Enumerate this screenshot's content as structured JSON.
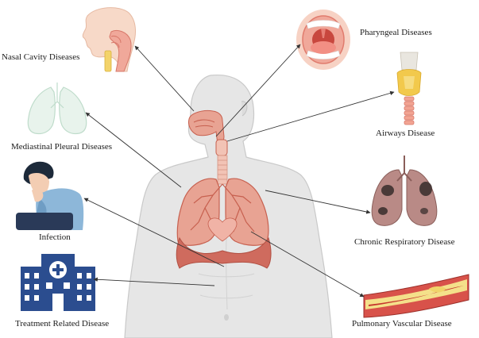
{
  "labels": {
    "nasal_cavity": "Nasal Cavity Diseases",
    "pharyngeal": "Pharyngeal Diseases",
    "airways": "Airways Disease",
    "mediastinal_pleural": "Mediastinal Pleural Diseases",
    "chronic_respiratory": "Chronic Respiratory Disease",
    "infection": "Infection",
    "treatment_related": "Treatment Related Disease",
    "pulmonary_vascular": "Pulmonary Vascular Disease"
  },
  "icons": [
    "nasal-cavity-head-icon",
    "open-mouth-pharynx-icon",
    "trachea-larynx-icon",
    "lung-outline-icon",
    "diseased-lungs-icon",
    "coughing-person-icon",
    "hospital-building-icon",
    "blood-vessel-plaque-icon",
    "human-torso-respiratory-system"
  ],
  "colors": {
    "body": "#e6e6e6",
    "body_outline": "#c4c4c4",
    "lung": "#e8a393",
    "lung_dark": "#c7604f",
    "airway": "#f2c3b5",
    "diaphragm": "#cf6b5e",
    "hospital": "#2b4d8f",
    "arrow": "#333333"
  }
}
